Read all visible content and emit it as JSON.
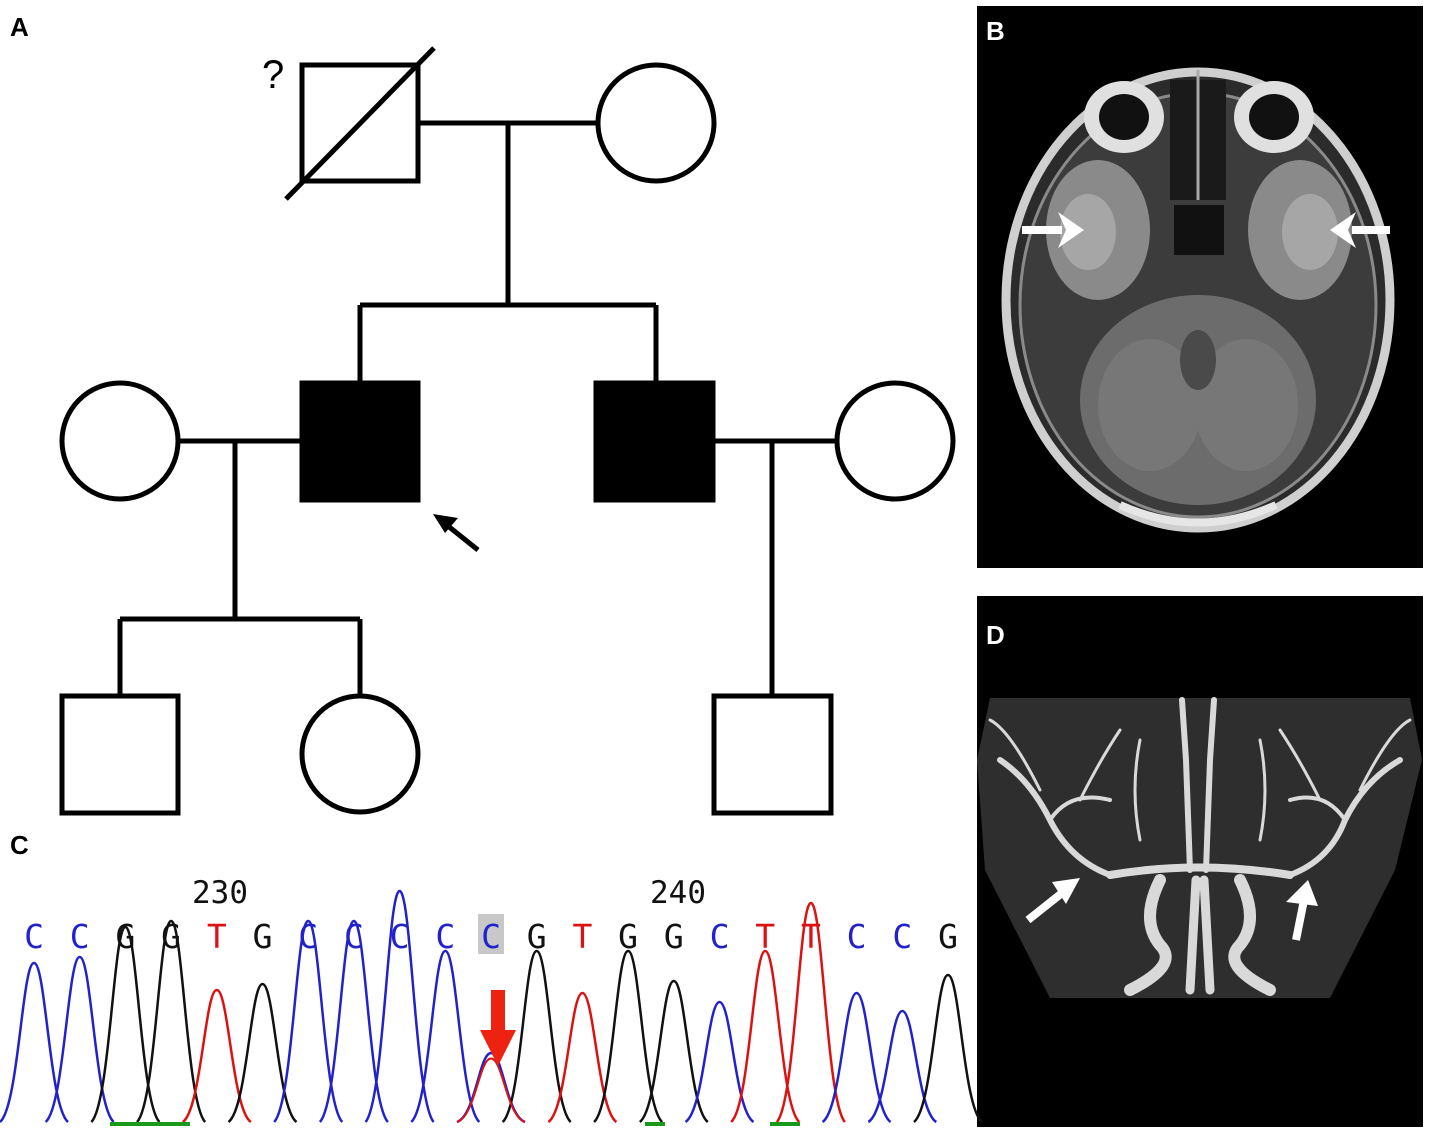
{
  "panels": {
    "a": {
      "letter": "A",
      "unknown_mark": "?"
    },
    "b": {
      "letter": "B"
    },
    "c": {
      "letter": "C",
      "position_labels": [
        "230",
        "240"
      ],
      "sequence": [
        "C",
        "C",
        "G",
        "G",
        "T",
        "G",
        "C",
        "C",
        "C",
        "C",
        "C",
        "G",
        "T",
        "G",
        "G",
        "C",
        "T",
        "T",
        "C",
        "C",
        "G"
      ],
      "highlighted_index": 10
    },
    "d": {
      "letter": "D"
    }
  },
  "colors": {
    "base_C": "#2222cc",
    "base_G": "#111111",
    "base_T": "#dd1111",
    "highlight_bg": "#c8c8c8",
    "mutation_arrow": "#ee2211",
    "mri_bg": "#000000",
    "trace_baseline": "#1a9a1a"
  },
  "chromatogram": {
    "relative_peak_heights": [
      0.53,
      0.55,
      0.65,
      0.67,
      0.44,
      0.46,
      0.67,
      0.67,
      0.77,
      0.57,
      0.23,
      0.57,
      0.43,
      0.57,
      0.47,
      0.4,
      0.57,
      0.73,
      0.43,
      0.37,
      0.49
    ]
  }
}
